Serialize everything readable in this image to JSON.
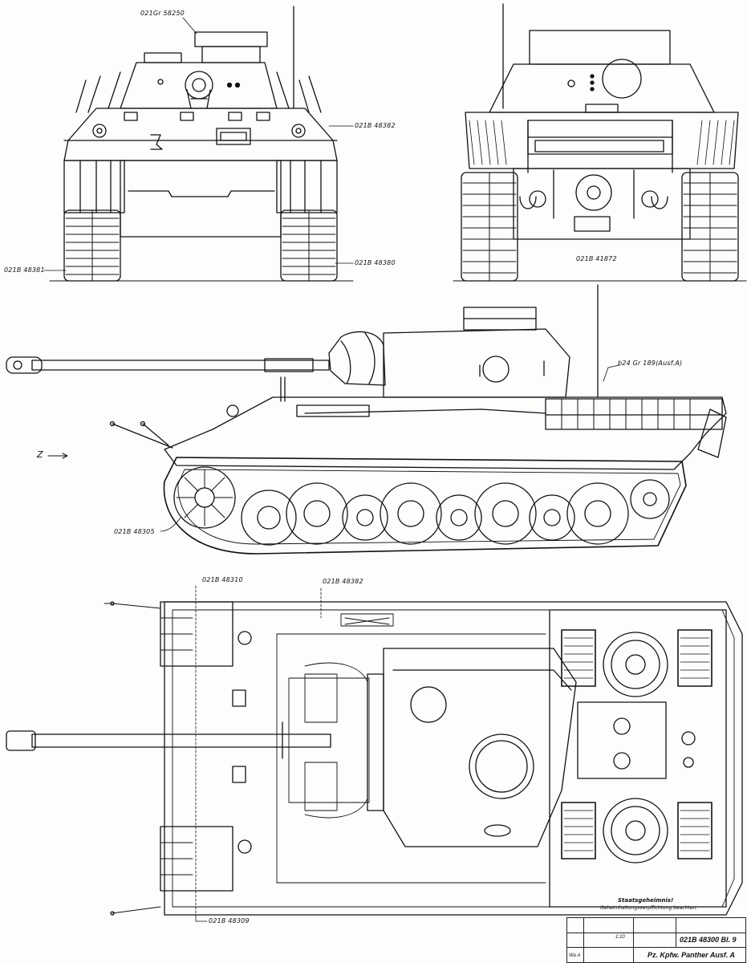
{
  "sheet": {
    "part_labels": {
      "front_top": "021Gr 58250",
      "front_right": "021B 48382",
      "front_left_bottom": "021B 48381",
      "front_right_bottom": "021B 48380",
      "rear": "021B 41872",
      "side_antenna": "b24 Gr 189(Ausf.A)",
      "side_sprocket": "021B 48305",
      "top_left_upper": "021B 48310",
      "top_center": "021B 48382",
      "top_left_lower": "021B 48309"
    },
    "direction_marker": "Z",
    "notes": {
      "line1": "Staatsgeheimnis!",
      "line2": "Geheimhaltungsverpflichtung beachten."
    },
    "title_block": {
      "scale": "1:10",
      "drawing_number": "021B 48300 Bl. 9",
      "title": "Pz. Kpfw. Panther Ausf. A",
      "sheet_ref": "Wa A"
    }
  }
}
